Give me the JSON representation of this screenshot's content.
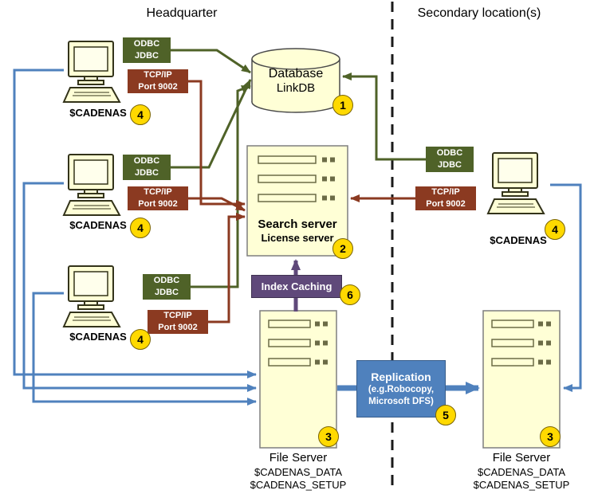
{
  "regions": {
    "left_title": "Headquarter",
    "right_title": "Secondary location(s)"
  },
  "nodes": {
    "database": {
      "name_line1": "Database",
      "name_line2": "LinkDB",
      "badge": "1"
    },
    "search_server": {
      "title": "Search server",
      "subtitle": "License server",
      "badge": "2"
    },
    "index_caching": {
      "label": "Index Caching",
      "badge": "6"
    },
    "file_server_hq": {
      "title": "File Server",
      "path1": "$CADENAS_DATA",
      "path2": "$CADENAS_SETUP",
      "badge": "3"
    },
    "file_server_secondary": {
      "title": "File Server",
      "path1": "$CADENAS_DATA",
      "path2": "$CADENAS_SETUP",
      "badge": "3"
    },
    "replication": {
      "title": "Replication",
      "detail1": "(e.g.Robocopy,",
      "detail2": "Microsoft DFS)",
      "badge": "5"
    },
    "workstation_hq_1": {
      "label": "$CADENAS",
      "badge": "4"
    },
    "workstation_hq_2": {
      "label": "$CADENAS",
      "badge": "4"
    },
    "workstation_hq_3": {
      "label": "$CADENAS",
      "badge": "4"
    },
    "workstation_secondary": {
      "label": "$CADENAS",
      "badge": "4"
    }
  },
  "protocol_labels": {
    "odbc_hq_1": {
      "line1": "ODBC",
      "line2": "JDBC"
    },
    "odbc_hq_2": {
      "line1": "ODBC",
      "line2": "JDBC"
    },
    "odbc_hq_3": {
      "line1": "ODBC",
      "line2": "JDBC"
    },
    "odbc_secondary": {
      "line1": "ODBC",
      "line2": "JDBC"
    },
    "tcp_hq_1": {
      "line1": "TCP/IP",
      "line2": "Port 9002"
    },
    "tcp_hq_2": {
      "line1": "TCP/IP",
      "line2": "Port 9002"
    },
    "tcp_hq_3": {
      "line1": "TCP/IP",
      "line2": "Port 9002"
    },
    "tcp_secondary": {
      "line1": "TCP/IP",
      "line2": "Port 9002"
    }
  },
  "icons": {
    "workstation": "desktop-computer",
    "server": "server-tower",
    "database": "database-cylinder"
  },
  "colors": {
    "odbc_green": "#4F6228",
    "tcp_brown": "#8B3A21",
    "file_blue": "#4F81BD",
    "cache_purple": "#5F497A",
    "node_fill": "#FFFFD6",
    "badge_yellow": "#FFD900"
  }
}
